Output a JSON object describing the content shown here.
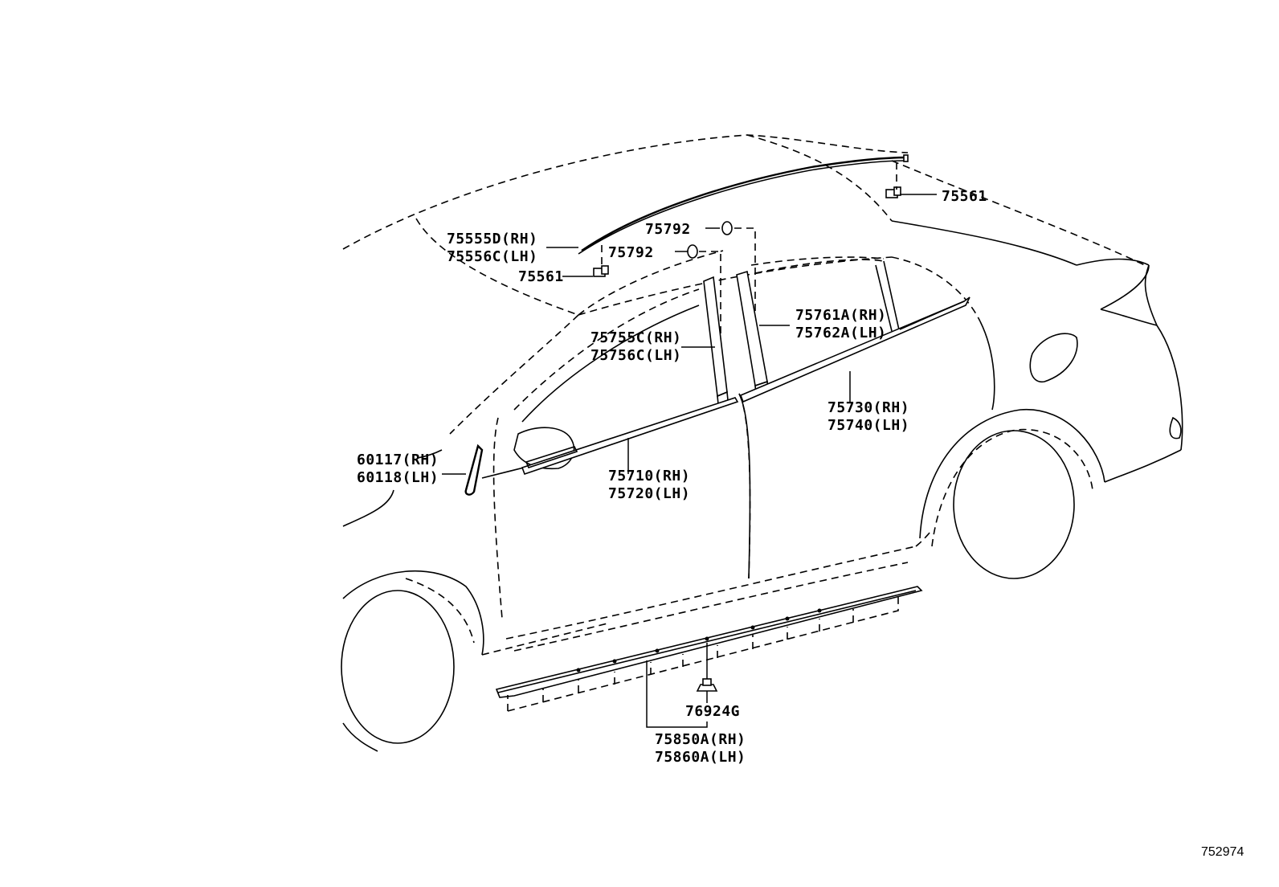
{
  "figure_id": "752974",
  "parts": [
    {
      "id": "p75561_top",
      "lines": [
        "75561"
      ]
    },
    {
      "id": "p75792_a",
      "lines": [
        "75792"
      ]
    },
    {
      "id": "p75792_b",
      "lines": [
        "75792"
      ]
    },
    {
      "id": "p75555",
      "lines": [
        "75555D(RH)",
        "75556C(LH)"
      ]
    },
    {
      "id": "p75561_left",
      "lines": [
        "75561"
      ]
    },
    {
      "id": "p75761",
      "lines": [
        "75761A(RH)",
        "75762A(LH)"
      ]
    },
    {
      "id": "p75755",
      "lines": [
        "75755C(RH)",
        "75756C(LH)"
      ]
    },
    {
      "id": "p75730",
      "lines": [
        "75730(RH)",
        "75740(LH)"
      ]
    },
    {
      "id": "p60117",
      "lines": [
        "60117(RH)",
        "60118(LH)"
      ]
    },
    {
      "id": "p75710",
      "lines": [
        "75710(RH)",
        "75720(LH)"
      ]
    },
    {
      "id": "p76924",
      "lines": [
        "76924G"
      ]
    },
    {
      "id": "p75850",
      "lines": [
        "75850A(RH)",
        "75860A(LH)"
      ]
    }
  ]
}
